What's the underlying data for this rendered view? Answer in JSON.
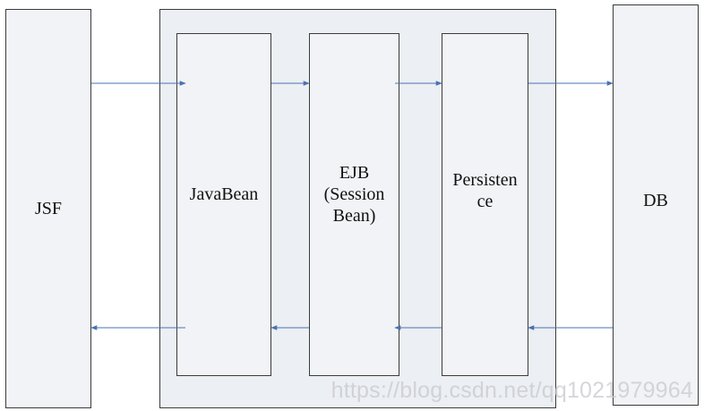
{
  "diagram": {
    "nodes": {
      "jsf": "JSF",
      "javabean": "JavaBean",
      "ejb": "EJB\n(Session\nBean)",
      "persistence": "Persisten\nce",
      "db": "DB"
    },
    "colors": {
      "arrow": "#4a72b4",
      "box_fill": "#f1f3f6",
      "container_fill": "#eceff3",
      "border": "#3b3b3b"
    }
  },
  "watermark": "https://blog.csdn.net/qq1021979964"
}
